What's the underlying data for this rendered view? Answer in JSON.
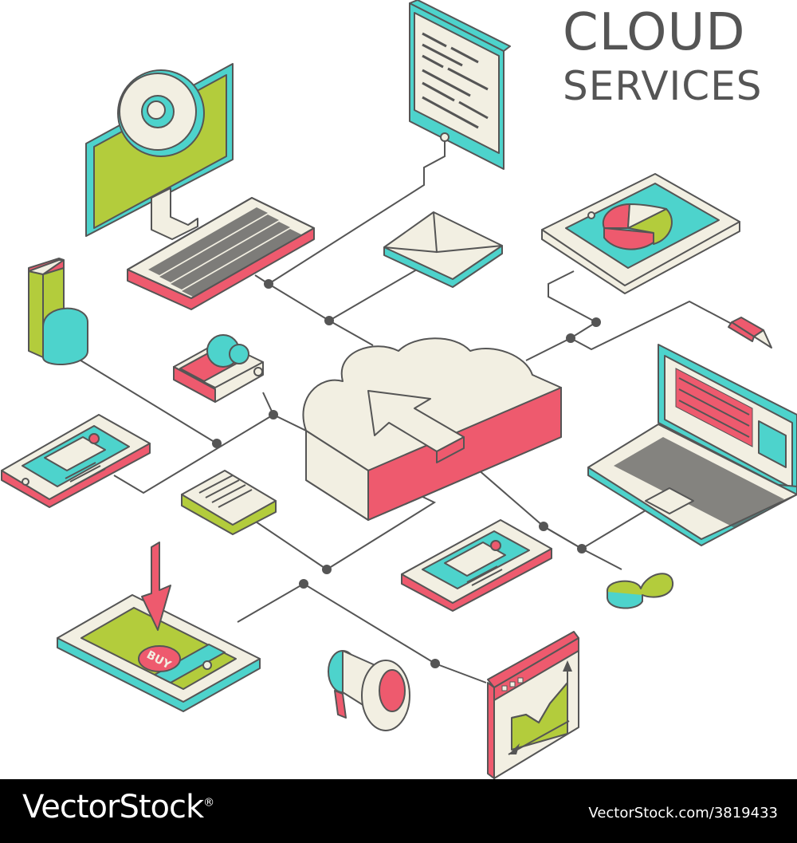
{
  "title": {
    "line1": "CLOUD",
    "line2": "SERVICES"
  },
  "buy_label": "BUY",
  "colors": {
    "stroke": "#555555",
    "line": "#555555",
    "cream": "#F2EFE2",
    "green": "#B3CC3C",
    "cyan": "#4DD3CC",
    "pink": "#EE5A6E",
    "footer": "#000000",
    "footer_text": "#FFFFFF"
  },
  "footer": {
    "brand": "VectorStock",
    "brand_mark": "®",
    "credit": "VectorStock.com/3819433"
  }
}
